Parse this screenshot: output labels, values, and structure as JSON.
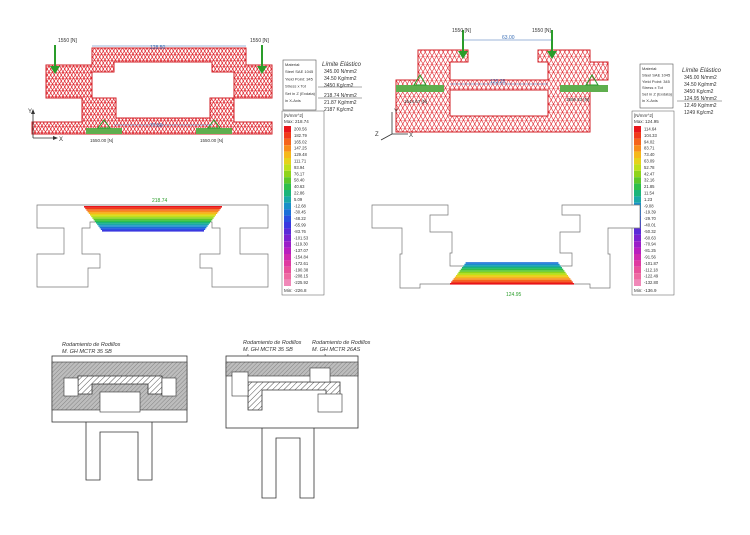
{
  "colors": {
    "mesh": "#e8343a",
    "support": "#5fae4e",
    "force": "#2a9d2a",
    "outline": "#444444",
    "hatch": "#555555"
  },
  "left_model": {
    "force_left": "1550 [N]",
    "force_right": "1550 [N]",
    "dim_top": "128.50",
    "dim_bottom": "77.50",
    "reaction_left": "1550.00 [N]",
    "reaction_right": "1550.00 [N]",
    "material_lines": [
      "Material:",
      "Steel SAE 1045",
      "Yield Point: 345",
      "Stress x  Tot",
      "Set in Z (Exdata)",
      "in X-Axis"
    ],
    "limit_title": "Límite Elástico",
    "limit_values": [
      "345.00 N/mm2",
      "34.50 Kg/mm2",
      "3450 Kg/cm2"
    ],
    "result_values": [
      "218.74 N/mm2",
      "21.87 Kg/mm2",
      "2187 Kg/cm2"
    ],
    "legend_unit": "[N/mm^2]",
    "legend_max": "Max: 218.74",
    "legend_values": [
      "200.56",
      "182.79",
      "165.02",
      "147.25",
      "129.48",
      "111.71",
      "93.94",
      "76.17",
      "58.40",
      "40.63",
      "22.86",
      "5.09",
      "-12.68",
      "-30.45",
      "-48.22",
      "-65.99",
      "-83.76",
      "-101.53",
      "-119.30",
      "-137.07",
      "-154.84",
      "-172.61",
      "-190.38",
      "-208.15",
      "-225.92"
    ],
    "legend_min": "Min: -226.8",
    "contour_label": "218.74"
  },
  "right_model": {
    "force_left": "1550 [N]",
    "force_right": "1550 [N]",
    "dim_top": "63.00",
    "dim_mid": "123.25",
    "reaction_left": "1544.57 [N]",
    "reaction_right": "1559.43 [N]",
    "material_lines": [
      "Material:",
      "Steel SAE 1045",
      "Yield Point: 345",
      "Stress x  Tot",
      "Set in Z (Exdata)",
      "in X-Axis"
    ],
    "limit_title": "Límite Elástico",
    "limit_values": [
      "345.00 N/mm2",
      "34.50 Kg/mm2",
      "3450 Kg/cm2"
    ],
    "result_values": [
      "124.95 N/mm2",
      "12.49 Kg/mm2",
      "1249 Kg/cm2"
    ],
    "legend_unit": "[N/mm^2]",
    "legend_max": "Max: 124.95",
    "legend_values": [
      "114.64",
      "104.33",
      "94.02",
      "83.71",
      "73.40",
      "63.09",
      "52.78",
      "42.47",
      "32.16",
      "21.85",
      "11.54",
      "1.23",
      "-9.08",
      "-19.39",
      "-29.70",
      "-40.01",
      "-50.32",
      "-60.63",
      "-70.94",
      "-81.25",
      "-91.56",
      "-101.87",
      "-112.18",
      "-122.49",
      "-132.80"
    ],
    "legend_min": "Min: -136.9",
    "contour_label": "124.95"
  },
  "bottom_left": {
    "label_line1": "Rodamiento de Rodillos",
    "label_line2": "M. GH MCTR 35 SB"
  },
  "bottom_right": {
    "label_a_line1": "Rodamiento de Rodillos",
    "label_a_line2": "M. GH MCTR 35 SB",
    "label_b_line1": "Rodamiento de Rodillos",
    "label_b_line2": "M. GH MCTR 26AS"
  },
  "axes": {
    "y": "Y",
    "x": "X",
    "z": "Z"
  }
}
